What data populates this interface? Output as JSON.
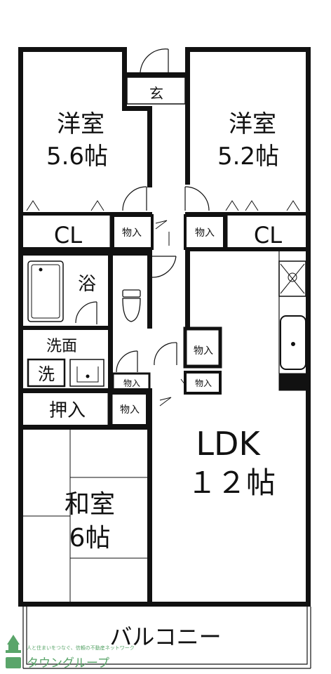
{
  "rooms": {
    "western_room_left": {
      "name": "洋室",
      "size": "5.6帖"
    },
    "western_room_right": {
      "name": "洋室",
      "size": "5.2帖"
    },
    "entrance": "玄",
    "closet_left": "CL",
    "closet_right": "CL",
    "storage_left_upper": "物入",
    "storage_right_upper": "物入",
    "bath": "浴",
    "washroom": "洗面",
    "washer": "洗",
    "storage_center_right": "物入",
    "storage_small_left": "物入",
    "storage_small_right": "物入",
    "oshiire": "押入",
    "storage_left_lower": "物入",
    "ldk": {
      "name": "LDK",
      "size": "１２帖"
    },
    "japanese_room": {
      "name": "和室",
      "size": "6帖"
    },
    "balcony": "バルコニー"
  },
  "watermark": {
    "brand": "タウングループ",
    "tagline": "人と住まいをつなぐ、信頼の不動産ネットワーク"
  },
  "colors": {
    "wall": "#111111",
    "watermark": "#5aa56a"
  }
}
